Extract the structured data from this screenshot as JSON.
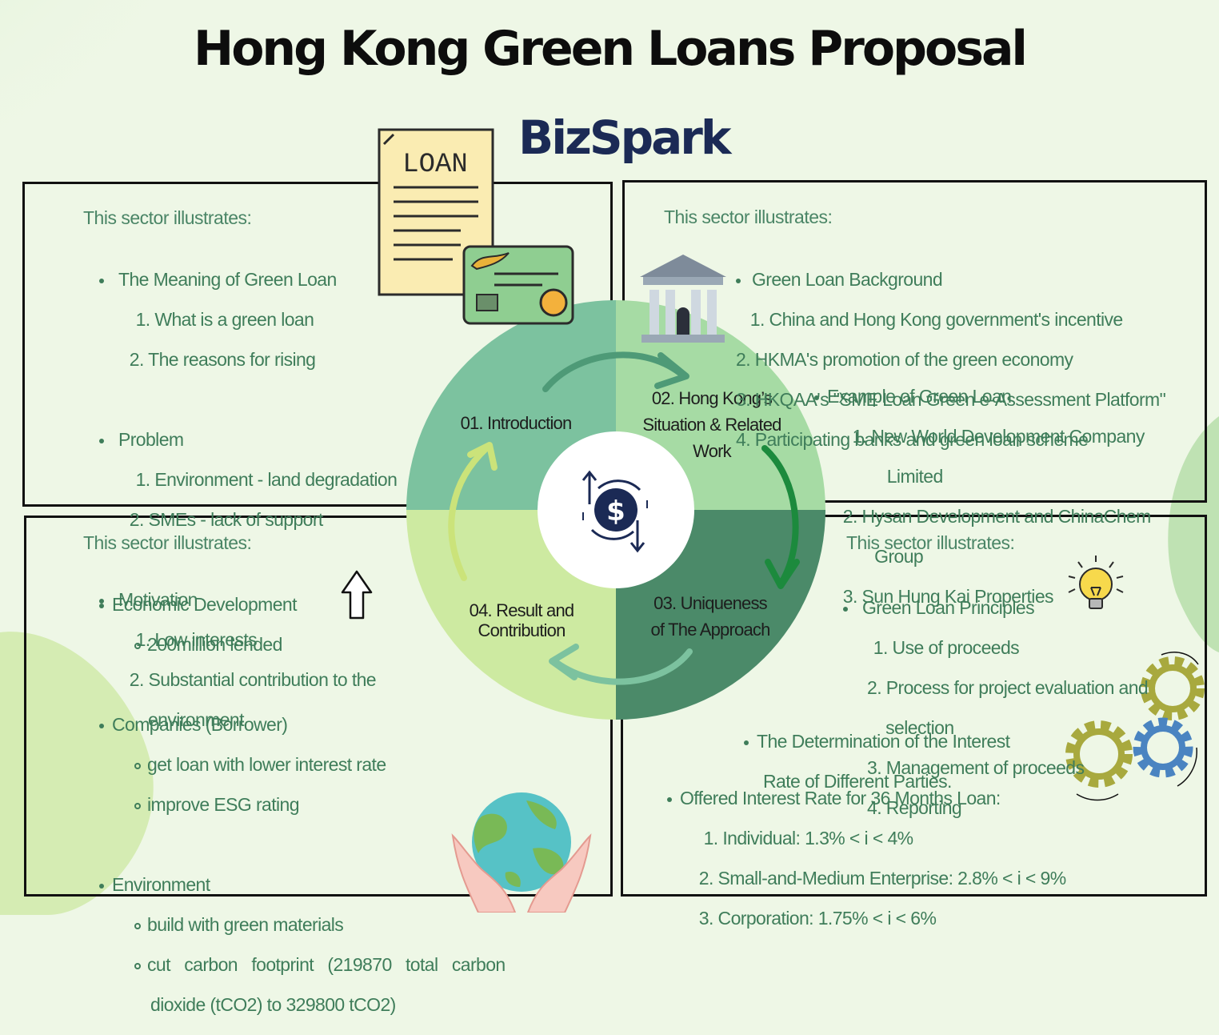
{
  "title": "Hong Kong Green Loans Proposal",
  "brand": "BizSpark",
  "loan_doc_label": "LOAN",
  "colors": {
    "background": "#eef7e6",
    "text_green": "#3f7d5a",
    "brand_navy": "#1b2a55",
    "q1": "#7cc29f",
    "q2": "#a6dba4",
    "q3": "#4b8a69",
    "q4": "#cdeaa1"
  },
  "cycle": {
    "q1_label": "01. Introduction",
    "q2_label": [
      "02. Hong Kong’s",
      "Situation & Related",
      "Work"
    ],
    "q3_label": [
      "03. Uniqueness",
      "of The Approach"
    ],
    "q4_label": [
      "04. Result and",
      "Contribution"
    ],
    "center_icon": "dollar-exchange-icon"
  },
  "sectors": {
    "introduction": {
      "heading": "This sector illustrates:",
      "lines": [
        "The Meaning of Green Loan",
        "  1. What is a green loan",
        " 2. The reasons for rising",
        "",
        "Problem",
        "  1. Environment - land degradation",
        " 2. SMEs - lack of support",
        "",
        "Motivation",
        "  1. Low interests",
        " 2. Substantial contribution to the",
        "     environment"
      ]
    },
    "situation": {
      "heading": "This sector illustrates:",
      "lines": [
        "Green Loan Background",
        " 1. China and Hong Kong government's incentive",
        "2. HKMA's promotion of the green economy",
        "3. HKQAA's \"SME Loan Green e-Assessment Platform\"",
        "4. Participating banks and green loan scheme"
      ],
      "example_lines": [
        "Example of Green Loan",
        "  1. New World Development Company",
        "      Limited",
        " 2. Hysan Development and ChinaChem",
        "    Group",
        " 3. Sun Hung Kai Properties"
      ]
    },
    "result": {
      "heading": "This sector illustrates:",
      "lines": [
        "Economic Development",
        "200million lended",
        "",
        "Companies (Borrower)",
        "get loan with lower interest rate",
        "improve ESG rating",
        "",
        "Environment",
        "build with green materials",
        "cut   carbon   footprint   (219870   total   carbon",
        "dioxide (tCO2) to 329800 tCO2)"
      ]
    },
    "uniqueness": {
      "heading": "This sector illustrates:",
      "principles": [
        "Green Loan Principles",
        " 1. Use of proceeds",
        "2. Process for project evaluation and",
        "    selection",
        "3. Management of proceeds",
        "4. Reporting"
      ],
      "determination": [
        "The Determination of the Interest",
        "Rate of Different Parties."
      ],
      "offered": [
        "Offered Interest Rate for 36 Months Loan:",
        "  1. Individual: 1.3% < i < 4%",
        " 2. Small-and-Medium Enterprise: 2.8% < i < 9%",
        " 3. Corporation: 1.75% < i < 6%"
      ]
    }
  }
}
